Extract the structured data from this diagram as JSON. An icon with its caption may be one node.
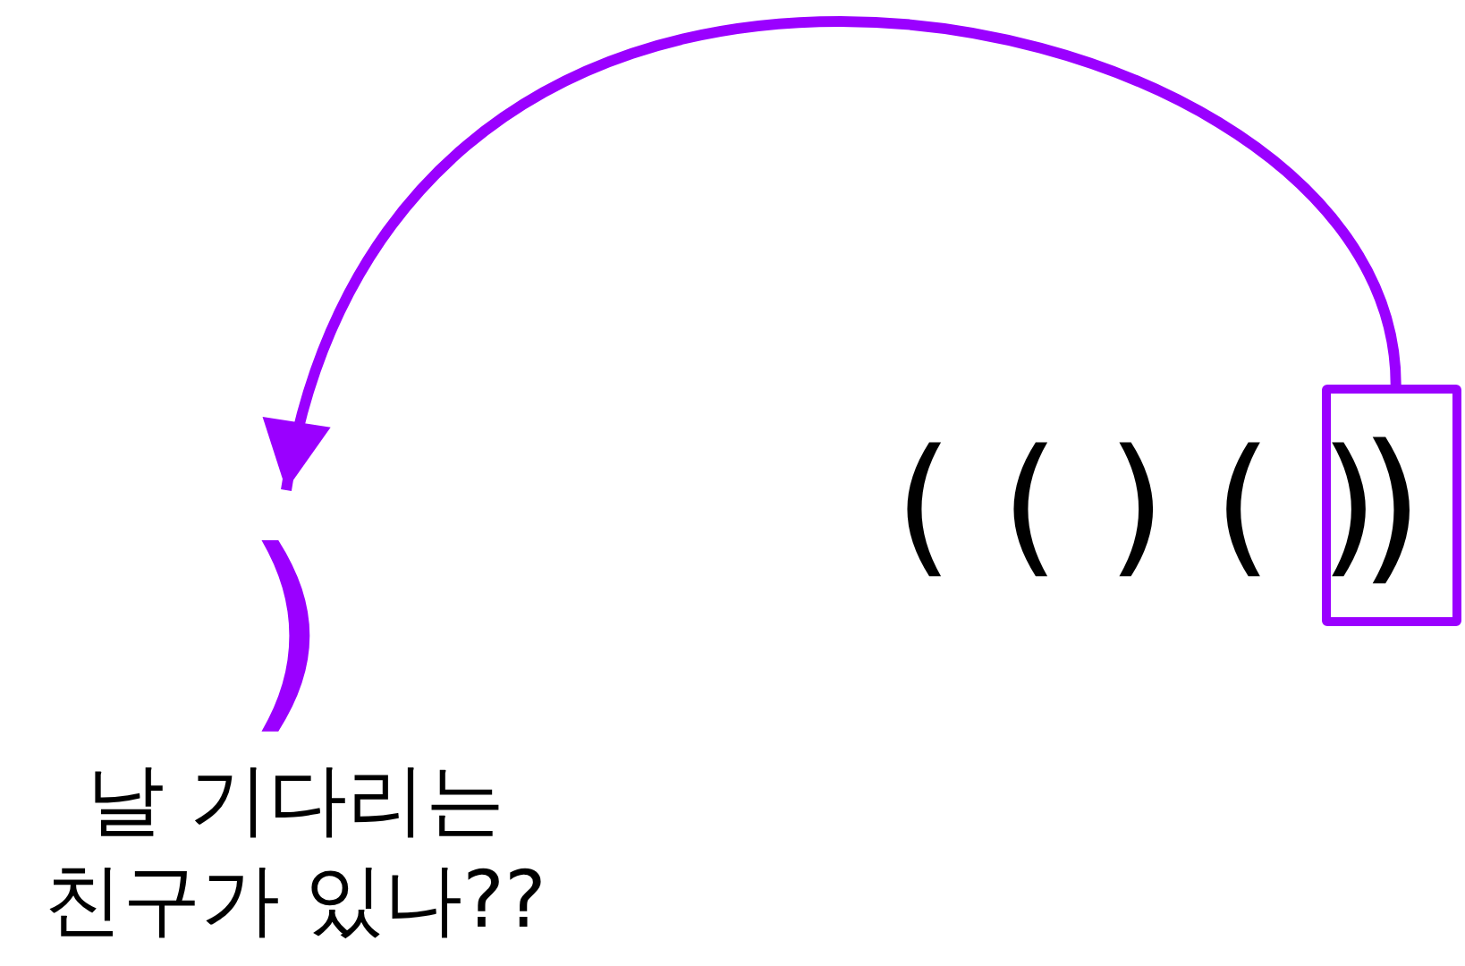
{
  "diagram": {
    "nodes": [
      {
        "text": [
          ")"
        ]
      },
      {
        "text": [
          ")"
        ]
      }
    ],
    "edges": [
      {
        "from": 0,
        "to": 1,
        "arrow": "to"
      }
    ],
    "labels": [
      "( ( ) ( )",
      "날 기다리는 친구가 있나??"
    ]
  }
}
